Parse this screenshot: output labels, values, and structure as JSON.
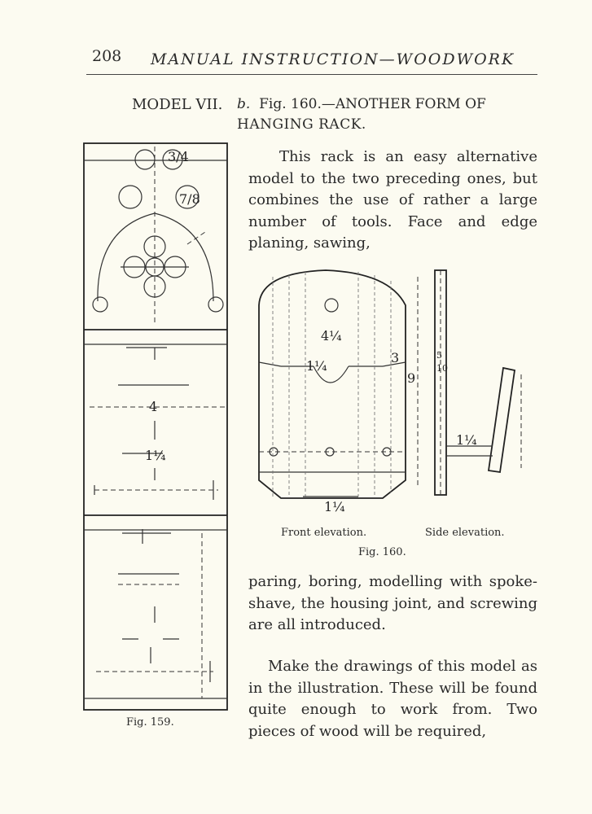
{
  "header": {
    "page_number": "208",
    "running_title": "MANUAL INSTRUCTION—WOODWORK"
  },
  "heading": {
    "model": "MODEL VII.",
    "fig_title_line1_prefix": "b.",
    "fig_title_line1_rest": "Fig. 160.—ANOTHER FORM OF",
    "fig_title_line2": "HANGING RACK."
  },
  "paragraphs": {
    "p1": "This rack is an easy alternative model to the two preceding ones, but combines the use of rather a large number of tools. Face and edge planing, sawing,",
    "p2": "paring, boring, modelling with spoke-shave, the housing joint, and screwing are all introduced.",
    "p3": "Make the drawings of this model as in the illustration. These will be found quite enough to work from. Two pieces of wood will be required,"
  },
  "captions": {
    "front_elevation": "Front elevation.",
    "side_elevation": "Side elevation.",
    "fig160": "Fig. 160.",
    "fig159": "Fig. 159."
  },
  "drawing_labels": {
    "three_quarter": "3/4",
    "seven_eighths": "7/8",
    "four": "4",
    "one_quarter_mixed": "1¼",
    "four_and_quarter": "4¼",
    "three": "3",
    "nine": "9",
    "five": "5",
    "ten": "10"
  }
}
